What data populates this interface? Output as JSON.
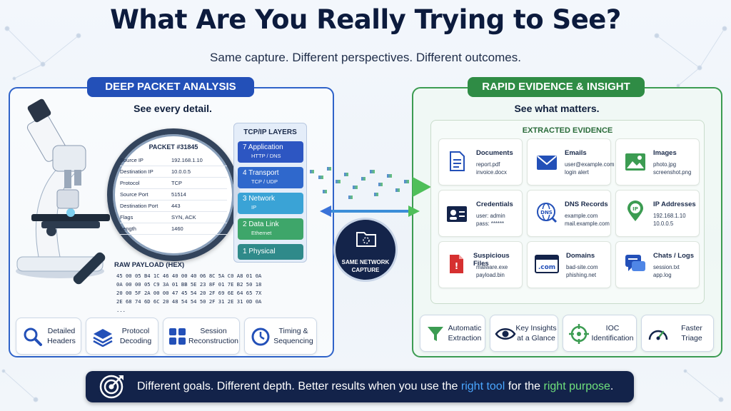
{
  "header": {
    "title": "What Are You Really Trying to See?",
    "subtitle": "Same capture. Different perspectives. Different outcomes."
  },
  "left": {
    "pill": "DEEP PACKET ANALYSIS",
    "tagline": "See every detail.",
    "packet": {
      "title": "PACKET #31845",
      "rows": [
        {
          "k": "Source IP",
          "v": "192.168.1.10"
        },
        {
          "k": "Destination IP",
          "v": "10.0.0.5"
        },
        {
          "k": "Protocol",
          "v": "TCP"
        },
        {
          "k": "Source Port",
          "v": "51514"
        },
        {
          "k": "Destination Port",
          "v": "443"
        },
        {
          "k": "Flags",
          "v": "SYN, ACK"
        },
        {
          "k": "Length",
          "v": "1460"
        }
      ]
    },
    "layers": {
      "title": "TCP/IP LAYERS",
      "items": [
        {
          "label": "7  Application",
          "sub": "HTTP / DNS",
          "color": "#2d56c2"
        },
        {
          "label": "4  Transport",
          "sub": "TCP / UDP",
          "color": "#2f68cc"
        },
        {
          "label": "3  Network",
          "sub": "IP",
          "color": "#3aa3d6"
        },
        {
          "label": "2  Data Link",
          "sub": "Ethernet",
          "color": "#3ea66a"
        },
        {
          "label": "1  Physical",
          "sub": "",
          "color": "#2f8a8a"
        }
      ]
    },
    "payload": {
      "title": "RAW PAYLOAD (HEX)",
      "lines": [
        "45 00 05 B4 1C 46 40 00 40 06 8C 5A C0 A8 01 0A",
        "0A 00 00 05 C9 3A 01 BB 5E 23 8F 01 7E B2 50 18",
        "20 00 5F 2A 00 00 47 45 54 20 2F 69 6E 64 65 7X",
        "2E 68 74 6D 6C 20 48 54 54 50 2F 31 2E 31 0D 0A",
        "..."
      ]
    },
    "features": [
      {
        "label": "Detailed\nHeaders",
        "icon": "magnifier-icon"
      },
      {
        "label": "Protocol\nDecoding",
        "icon": "layers-icon"
      },
      {
        "label": "Session\nReconstruction",
        "icon": "grid-icon"
      },
      {
        "label": "Timing &\nSequencing",
        "icon": "clock-icon"
      }
    ]
  },
  "center": {
    "capture_line1": "SAME NETWORK",
    "capture_line2": "CAPTURE"
  },
  "right": {
    "pill": "RAPID EVIDENCE & INSIGHT",
    "tagline": "See what matters.",
    "evidence_title": "EXTRACTED EVIDENCE",
    "cards": [
      {
        "title": "Documents",
        "lines": [
          "report.pdf",
          "invoice.docx"
        ],
        "icon": "document-icon"
      },
      {
        "title": "Emails",
        "lines": [
          "user@example.com",
          "login alert"
        ],
        "icon": "email-icon"
      },
      {
        "title": "Images",
        "lines": [
          "photo.jpg",
          "screenshot.png"
        ],
        "icon": "image-icon"
      },
      {
        "title": "Credentials",
        "lines": [
          "user: admin",
          "pass: ******"
        ],
        "icon": "id-card-icon"
      },
      {
        "title": "DNS Records",
        "lines": [
          "example.com",
          "mail.example.com"
        ],
        "icon": "dns-icon"
      },
      {
        "title": "IP Addresses",
        "lines": [
          "192.168.1.10",
          "10.0.0.5"
        ],
        "icon": "location-pin-icon"
      },
      {
        "title": "Suspicious Files",
        "lines": [
          "malware.exe",
          "payload.bin"
        ],
        "icon": "warning-file-icon"
      },
      {
        "title": "Domains",
        "lines": [
          "bad-site.com",
          "phishing.net"
        ],
        "icon": "domain-icon"
      },
      {
        "title": "Chats / Logs",
        "lines": [
          "session.txt",
          "app.log"
        ],
        "icon": "chat-icon"
      }
    ],
    "features": [
      {
        "label": "Automatic\nExtraction",
        "icon": "funnel-icon"
      },
      {
        "label": "Key Insights\nat a Glance",
        "icon": "eye-icon"
      },
      {
        "label": "IOC\nIdentification",
        "icon": "crosshair-icon"
      },
      {
        "label": "Faster\nTriage",
        "icon": "gauge-icon"
      }
    ]
  },
  "footer": {
    "part1": "Different goals. Different depth. Better results when you use the ",
    "hl1": "right tool",
    "part2": " for the ",
    "hl2": "right purpose",
    "part3": "."
  }
}
